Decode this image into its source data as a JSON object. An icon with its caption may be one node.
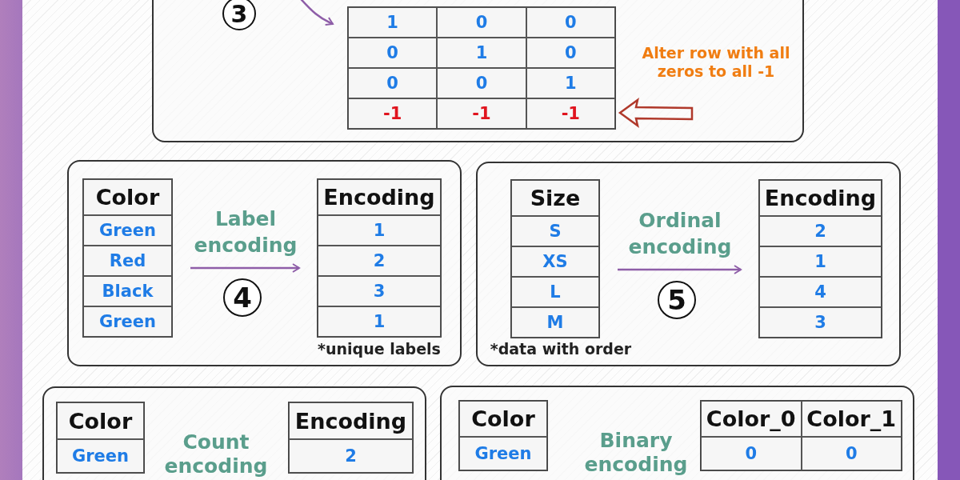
{
  "diagram": {
    "nodes": [
      {
        "text": [],
        "shape": "box"
      },
      {
        "text": [
          "3"
        ],
        "in": 0
      },
      {
        "text": [
          "1",
          "0",
          "0",
          "0",
          "1",
          "0",
          "0",
          "0",
          "1",
          "-1",
          "-1",
          "-1"
        ],
        "in": 0
      },
      {
        "text": [],
        "shape": "box"
      },
      {
        "text": [
          "Color",
          "Green",
          "Red",
          "Black",
          "Green"
        ],
        "in": 3
      },
      {
        "text": [
          "4"
        ],
        "in": 3
      },
      {
        "text": [
          "Encoding",
          "1",
          "2",
          "3",
          "1"
        ],
        "in": 3,
        "beside": [
          "*unique labels"
        ]
      },
      {
        "text": [],
        "shape": "box"
      },
      {
        "text": [
          "Size",
          "S",
          "XS",
          "L",
          "M"
        ],
        "in": 7,
        "beside": [
          "*data with order"
        ]
      },
      {
        "text": [
          "5"
        ],
        "in": 7
      },
      {
        "text": [
          "Encoding",
          "2",
          "1",
          "4",
          "3"
        ],
        "in": 7
      },
      {
        "text": [],
        "shape": "box"
      },
      {
        "text": [
          "Color",
          "Green"
        ],
        "in": 11
      },
      {
        "text": [
          "Encoding",
          "2"
        ],
        "in": 11
      },
      {
        "text": [],
        "shape": "box"
      },
      {
        "text": [
          "Color",
          "Green"
        ],
        "in": 14
      },
      {
        "text": [
          "Color_0",
          "Color_1",
          "0",
          "0"
        ],
        "in": 14
      }
    ],
    "edges": [
      {
        "from": null,
        "to": 2,
        "arrow": "to"
      },
      {
        "from": null,
        "to": 2,
        "arrow": "to",
        "style": "thick",
        "color": "#b0392b"
      },
      {
        "from": 4,
        "to": 6,
        "arrow": "to",
        "label": "Label encoding"
      },
      {
        "from": 8,
        "to": 10,
        "arrow": "to",
        "label": "Ordinal encoding"
      }
    ],
    "labels": [
      "Alter row with all zeros to all -1",
      "Count encoding",
      "Binary encoding"
    ]
  }
}
